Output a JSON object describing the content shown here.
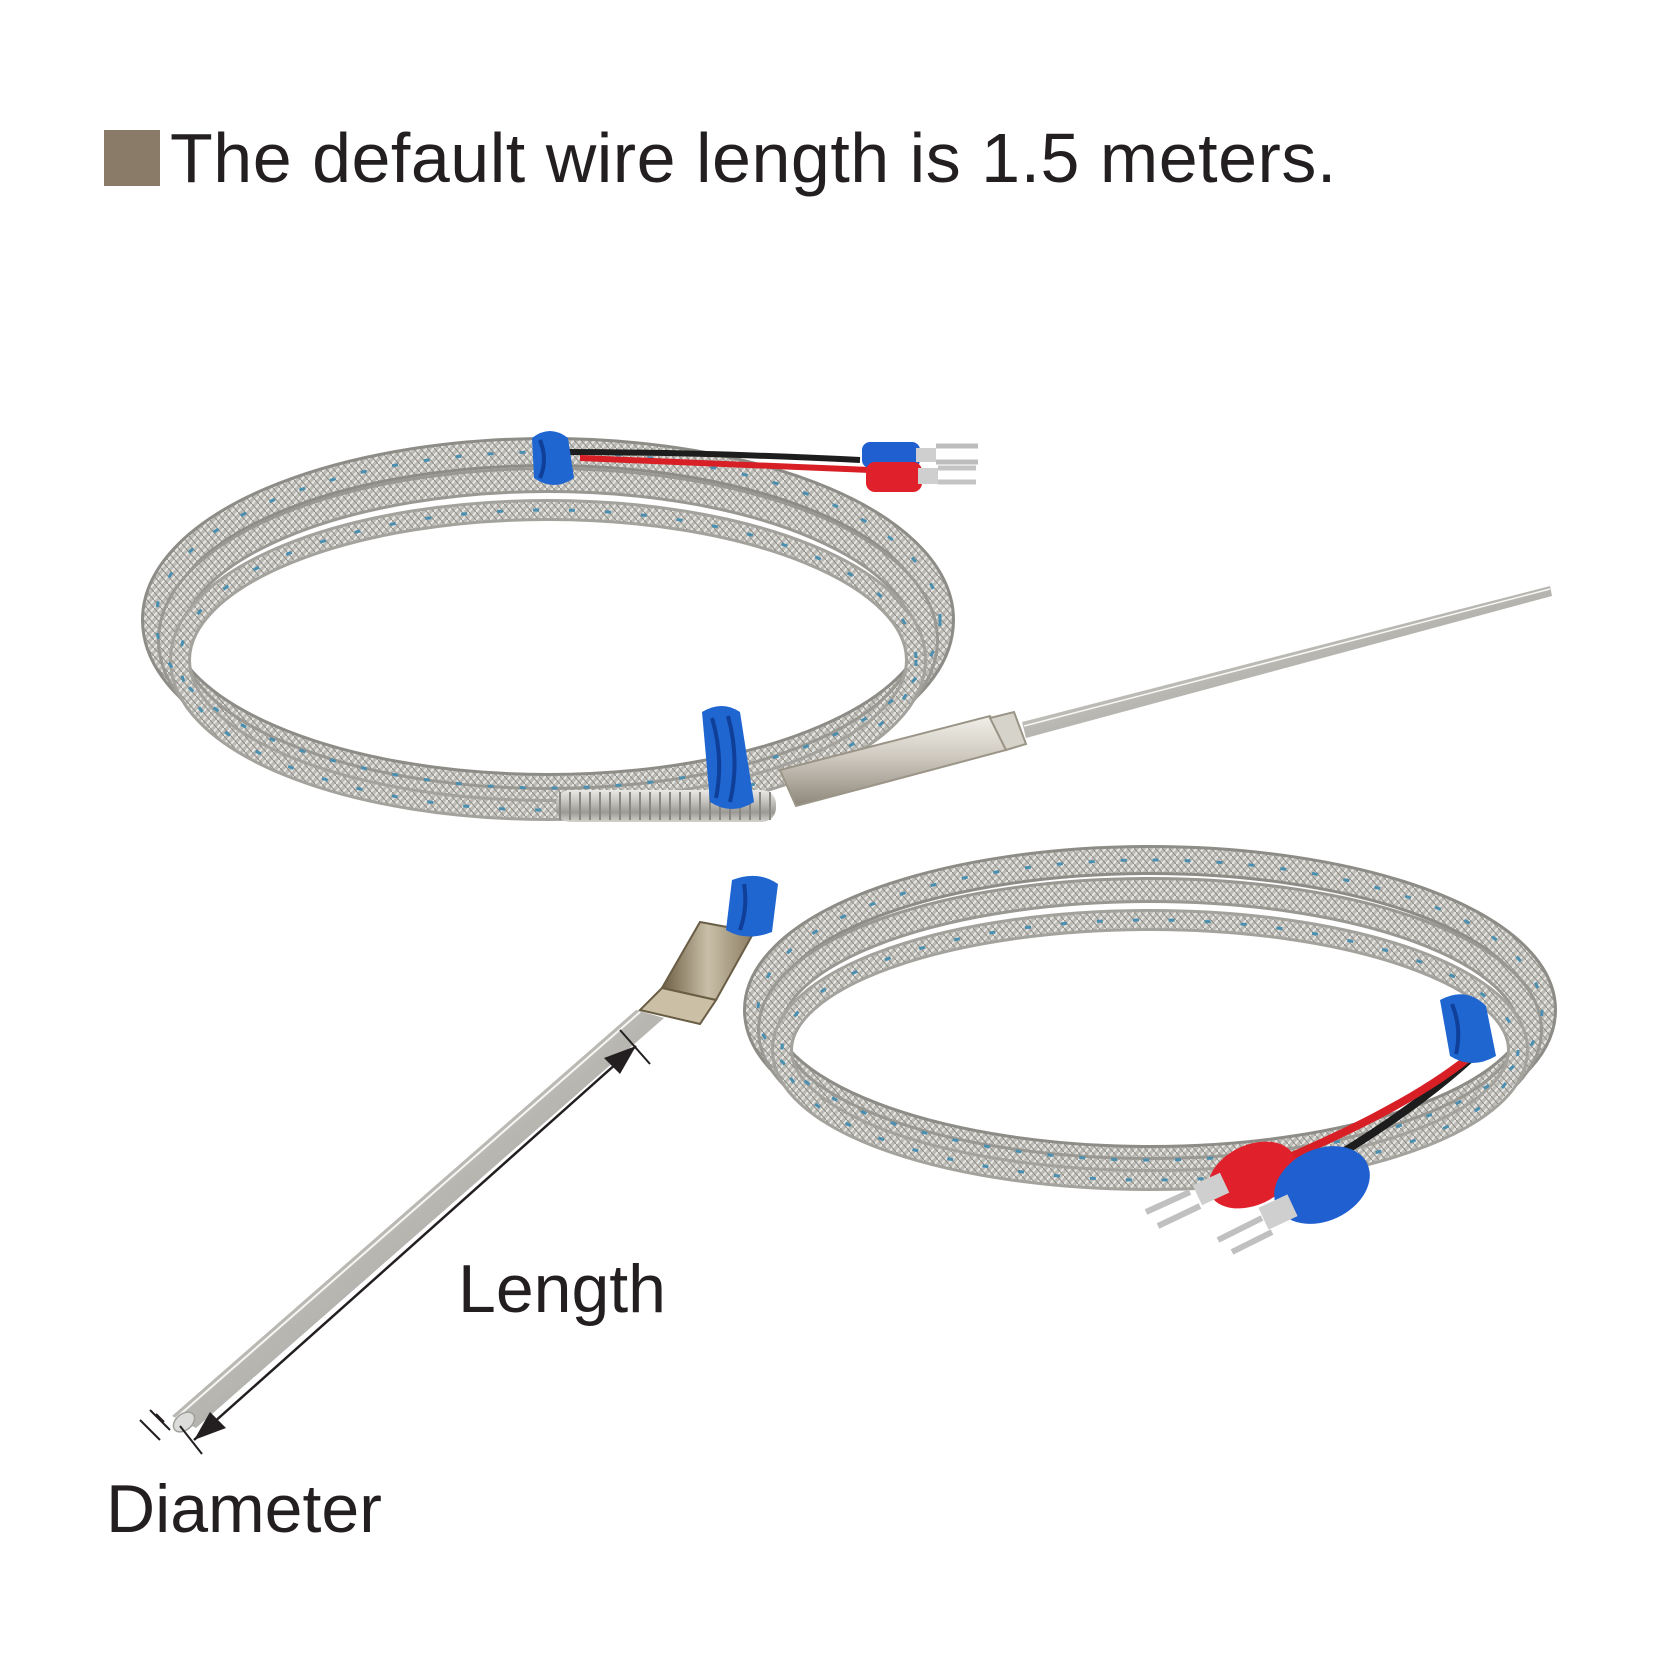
{
  "headline": {
    "text": "The default wire length is 1.5 meters.",
    "marker_color": "#8a7a68"
  },
  "labels": {
    "length": "Length",
    "diameter": "Diameter"
  },
  "colors": {
    "text": "#231f20",
    "sheath": "#b9b7b0",
    "braid_accent": "#4a8fb0",
    "cable_tie": "#1f66d1",
    "terminal_red": "#e0202a",
    "terminal_blue": "#1f5fd0"
  }
}
